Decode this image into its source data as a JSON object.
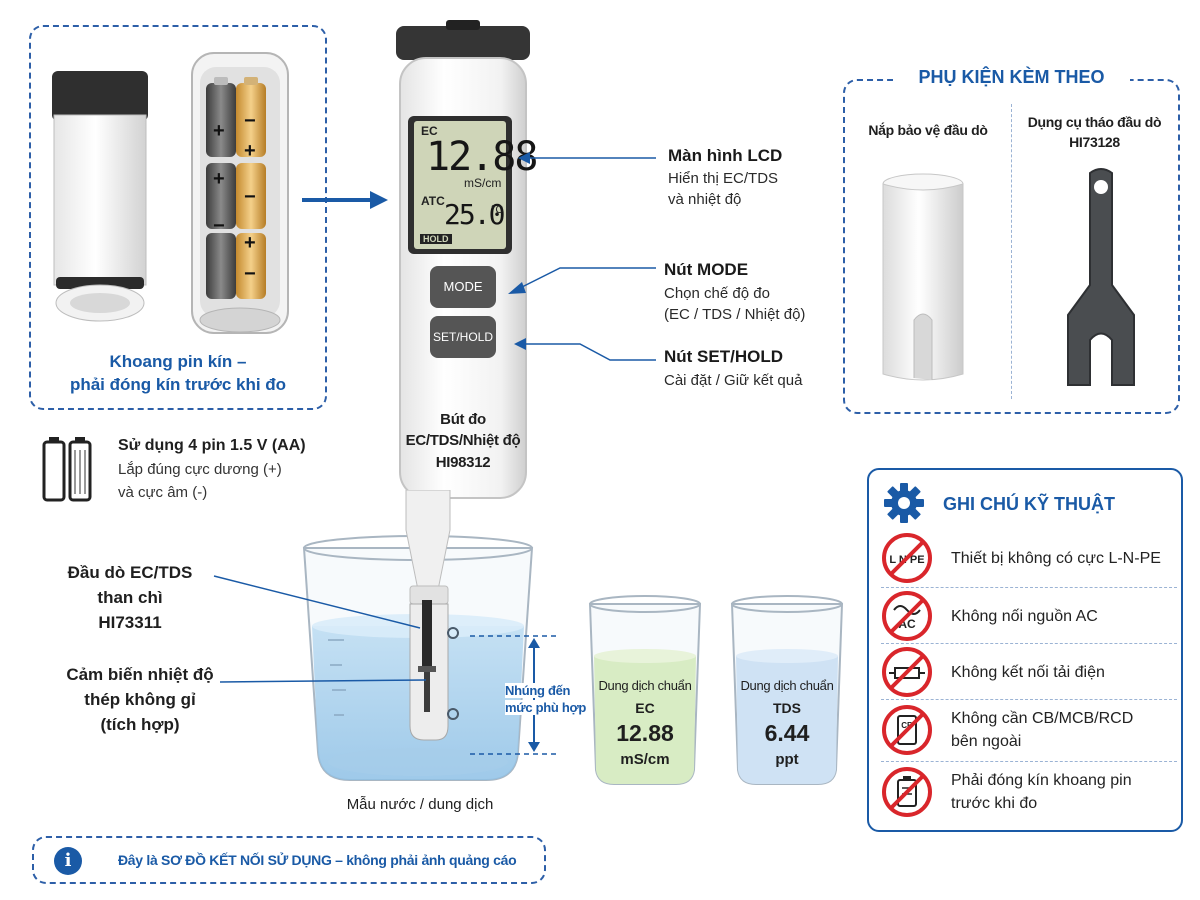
{
  "battery_compartment": {
    "caption_line1": "Khoang pin kín –",
    "caption_line2": "phải đóng kín trước khi đo",
    "battery_signs": [
      "+",
      "−",
      "+",
      "−",
      "+",
      "−",
      "+",
      "−"
    ]
  },
  "battery_info": {
    "title": "Sử dụng 4 pin 1.5 V (AA)",
    "line1": "Lắp đúng cực dương (+)",
    "line2": "và cực âm (-)"
  },
  "meter": {
    "lcd": {
      "ec_label": "EC",
      "ec_value": "12.88",
      "ec_unit": "mS/cm",
      "atc_label": "ATC",
      "temp_value": "25.0",
      "temp_unit": "°C",
      "hold_label": "HOLD"
    },
    "mode_button": "MODE",
    "set_hold_button": "SET/HOLD",
    "name_line1": "Bút đo",
    "name_line2": "EC/TDS/Nhiệt độ",
    "model": "HI98312"
  },
  "callouts": {
    "lcd": {
      "title": "Màn hình LCD",
      "line1": "Hiển thị EC/TDS",
      "line2": "và nhiệt độ"
    },
    "mode": {
      "title": "Nút MODE",
      "line1": "Chọn chế độ đo",
      "line2": "(EC / TDS / Nhiệt độ)"
    },
    "set_hold": {
      "title": "Nút SET/HOLD",
      "line1": "Cài đặt / Giữ kết quả"
    },
    "probe": {
      "line1": "Đầu dò EC/TDS",
      "line2": "than chì",
      "line3": "HI73311"
    },
    "temp_sensor": {
      "line1": "Cảm biến nhiệt độ",
      "line2": "thép không gỉ",
      "line3": "(tích hợp)"
    },
    "immerse": {
      "line1": "Nhúng đến",
      "line2": "mức phù hợp"
    }
  },
  "sample_beaker": {
    "caption": "Mẫu nước / dung dịch"
  },
  "standards": [
    {
      "label": "Dung dịch chuẩn",
      "type": "EC",
      "value": "12.88",
      "unit": "mS/cm",
      "liquid_color": "#d8ecc4"
    },
    {
      "label": "Dung dịch chuẩn",
      "type": "TDS",
      "value": "6.44",
      "unit": "ppt",
      "liquid_color": "#cfe2f4"
    }
  ],
  "accessories": {
    "title": "PHỤ KIỆN KÈM THEO",
    "cap_label": "Nắp bảo vệ đầu dò",
    "tool_label_line1": "Dụng cụ tháo đầu dò",
    "tool_label_line2": "HI73128"
  },
  "tech_notes": {
    "title": "GHI CHÚ KỸ THUẬT",
    "items": [
      {
        "icon": "no-lnpe-icon",
        "line1": "Thiết bị không có cực L-N-PE",
        "line2": "",
        "glyph": "L N PE"
      },
      {
        "icon": "no-ac-icon",
        "line1": "Không nối nguồn AC",
        "line2": "",
        "glyph": "AC"
      },
      {
        "icon": "no-load-icon",
        "line1": "Không kết nối tải điện",
        "line2": ""
      },
      {
        "icon": "no-breaker-icon",
        "line1": "Không cần CB/MCB/RCD",
        "line2": "bên ngoài",
        "glyph": "CB"
      },
      {
        "icon": "battery-closed-icon",
        "line1": "Phải đóng kín khoang pin",
        "line2": "trước khi đo"
      }
    ]
  },
  "footer": {
    "text": "Đây là SƠ ĐỒ KẾT NỐI SỬ DỤNG – không phải ảnh quảng cáo",
    "info_glyph": "i"
  },
  "colors": {
    "accent": "#1a5aa6",
    "dash": "#2d5fa8",
    "forbidden": "#d9262b",
    "lcd": "#cfd5b8"
  }
}
